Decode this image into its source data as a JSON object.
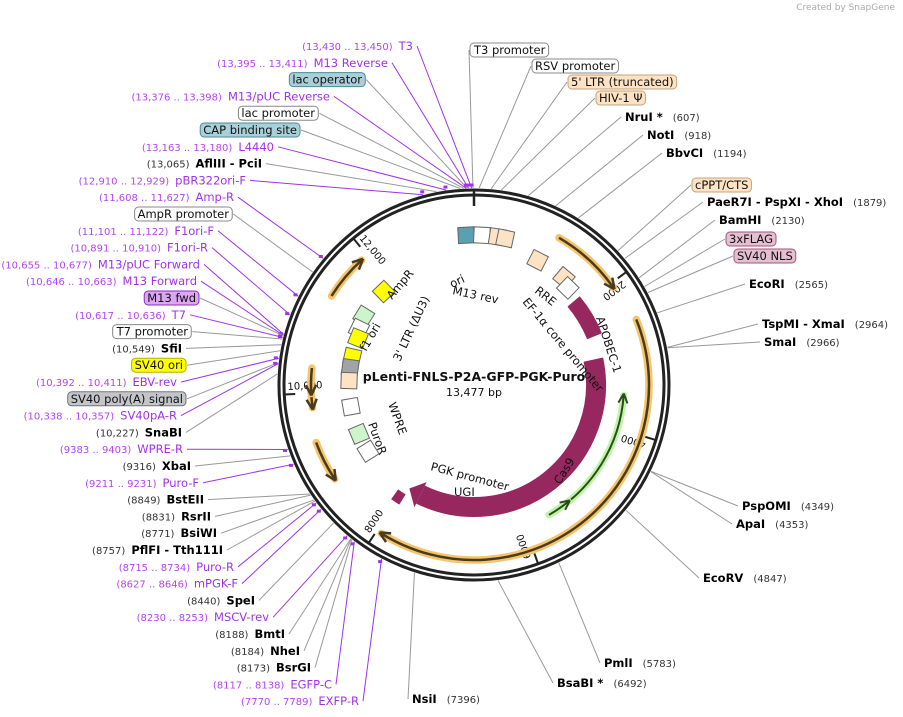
{
  "credit": "Created by SnapGene",
  "plasmid": {
    "name": "pLenti-FNLS-P2A-GFP-PGK-Puro",
    "length": "13,477 bp"
  },
  "ticks": [
    "2000",
    "4000",
    "6000",
    "8000",
    "10,000",
    "12,000"
  ],
  "colors": {
    "primer": "#a033e8",
    "cas9": "#97285f",
    "orange": "#f5c46b",
    "green": "#bdf5a6",
    "ring": "#222222"
  },
  "right_labels": [
    {
      "kind": "box",
      "text": "T3 promoter",
      "style": "white"
    },
    {
      "kind": "box",
      "text": "RSV promoter",
      "style": "white"
    },
    {
      "kind": "box",
      "text": "5' LTR (truncated)",
      "style": "tan"
    },
    {
      "kind": "box",
      "text": "HIV-1 Ψ",
      "style": "tan"
    },
    {
      "kind": "enzyme",
      "name": "NruI *",
      "pos": "(607)"
    },
    {
      "kind": "enzyme",
      "name": "NotI",
      "pos": "(918)"
    },
    {
      "kind": "enzyme",
      "name": "BbvCI",
      "pos": "(1194)"
    },
    {
      "kind": "box",
      "text": "cPPT/CTS",
      "style": "tan"
    },
    {
      "kind": "enzyme",
      "name": "PaeR7I   - PspXI   - XhoI",
      "pos": "(1879)"
    },
    {
      "kind": "enzyme",
      "name": "BamHI",
      "pos": "(2130)"
    },
    {
      "kind": "box",
      "text": "3xFLAG",
      "style": "pink"
    },
    {
      "kind": "box",
      "text": "SV40 NLS",
      "style": "pink"
    },
    {
      "kind": "enzyme",
      "name": "EcoRI",
      "pos": "(2565)"
    },
    {
      "kind": "enzyme",
      "name": "TspMI   - XmaI",
      "pos": "(2964)"
    },
    {
      "kind": "enzyme",
      "name": "SmaI",
      "pos": "(2966)"
    },
    {
      "kind": "enzyme",
      "name": "PspOMI",
      "pos": "(4349)"
    },
    {
      "kind": "enzyme",
      "name": "ApaI",
      "pos": "(4353)"
    },
    {
      "kind": "enzyme",
      "name": "EcoRV",
      "pos": "(4847)"
    },
    {
      "kind": "enzyme",
      "name": "PmlI",
      "pos": "(5783)"
    },
    {
      "kind": "enzyme",
      "name": "BsaBI *",
      "pos": "(6492)"
    },
    {
      "kind": "enzyme",
      "name": "NsiI",
      "pos": "(7396)"
    }
  ],
  "left_labels": [
    {
      "kind": "primer",
      "range": "(13,430 .. 13,450)",
      "name": "T3"
    },
    {
      "kind": "primer",
      "range": "(13,395 .. 13,411)",
      "name": "M13 Reverse"
    },
    {
      "kind": "box",
      "text": "lac operator",
      "style": "teal"
    },
    {
      "kind": "primer",
      "range": "(13,376 .. 13,398)",
      "name": "M13/pUC Reverse"
    },
    {
      "kind": "box",
      "text": "lac promoter",
      "style": "white"
    },
    {
      "kind": "box",
      "text": "CAP binding site",
      "style": "teal"
    },
    {
      "kind": "primer",
      "range": "(13,163 .. 13,180)",
      "name": "L4440"
    },
    {
      "kind": "enzyme",
      "pos": "(13,065)",
      "name": "AflIII   - PciI"
    },
    {
      "kind": "primer",
      "range": "(12,910 .. 12,929)",
      "name": "pBR322ori-F"
    },
    {
      "kind": "primer",
      "range": "(11,608 .. 11,627)",
      "name": "Amp-R"
    },
    {
      "kind": "box",
      "text": "AmpR promoter",
      "style": "white"
    },
    {
      "kind": "primer",
      "range": "(11,101 .. 11,122)",
      "name": "F1ori-F"
    },
    {
      "kind": "primer",
      "range": "(10,891 .. 10,910)",
      "name": "F1ori-R"
    },
    {
      "kind": "primer",
      "range": "(10,655 .. 10,677)",
      "name": "M13/pUC Forward"
    },
    {
      "kind": "primer",
      "range": "(10,646 .. 10,663)",
      "name": "M13 Forward"
    },
    {
      "kind": "box",
      "text": "M13 fwd",
      "style": "purple"
    },
    {
      "kind": "primer",
      "range": "(10,617 .. 10,636)",
      "name": "T7"
    },
    {
      "kind": "box",
      "text": "T7 promoter",
      "style": "white"
    },
    {
      "kind": "enzyme",
      "pos": "(10,549)",
      "name": "SfiI"
    },
    {
      "kind": "box",
      "text": "SV40 ori",
      "style": "yellow"
    },
    {
      "kind": "primer",
      "range": "(10,392 .. 10,411)",
      "name": "EBV-rev"
    },
    {
      "kind": "box",
      "text": "SV40 poly(A) signal",
      "style": "grey"
    },
    {
      "kind": "primer",
      "range": "(10,338 .. 10,357)",
      "name": "SV40pA-R"
    },
    {
      "kind": "enzyme",
      "pos": "(10,227)",
      "name": "SnaBI"
    },
    {
      "kind": "primer",
      "range": "(9383 .. 9403)",
      "name": "WPRE-R"
    },
    {
      "kind": "enzyme",
      "pos": "(9316)",
      "name": "XbaI"
    },
    {
      "kind": "primer",
      "range": "(9211 .. 9231)",
      "name": "Puro-F"
    },
    {
      "kind": "enzyme",
      "pos": "(8849)",
      "name": "BstEII"
    },
    {
      "kind": "enzyme",
      "pos": "(8831)",
      "name": "RsrII"
    },
    {
      "kind": "enzyme",
      "pos": "(8771)",
      "name": "BsiWI"
    },
    {
      "kind": "enzyme",
      "pos": "(8757)",
      "name": "PflFI   - Tth111I"
    },
    {
      "kind": "primer",
      "range": "(8715 .. 8734)",
      "name": "Puro-R"
    },
    {
      "kind": "primer",
      "range": "(8627 .. 8646)",
      "name": "mPGK-F"
    },
    {
      "kind": "enzyme",
      "pos": "(8440)",
      "name": "SpeI"
    },
    {
      "kind": "primer",
      "range": "(8230 .. 8253)",
      "name": "MSCV-rev"
    },
    {
      "kind": "enzyme",
      "pos": "(8188)",
      "name": "BmtI"
    },
    {
      "kind": "enzyme",
      "pos": "(8184)",
      "name": "NheI"
    },
    {
      "kind": "enzyme",
      "pos": "(8173)",
      "name": "BsrGI"
    },
    {
      "kind": "primer",
      "range": "(8117 .. 8138)",
      "name": "EGFP-C"
    },
    {
      "kind": "primer",
      "range": "(7770 .. 7789)",
      "name": "EXFP-R"
    }
  ],
  "inner_labels": [
    "M13 rev",
    "RRE",
    "EF-1α core promoter",
    "APOBEC-1",
    "Cas9",
    "UGI",
    "PGK promoter",
    "PuroR",
    "WPRE",
    "3' LTR (ΔU3)",
    "f1 ori",
    "AmpR",
    "ori"
  ]
}
